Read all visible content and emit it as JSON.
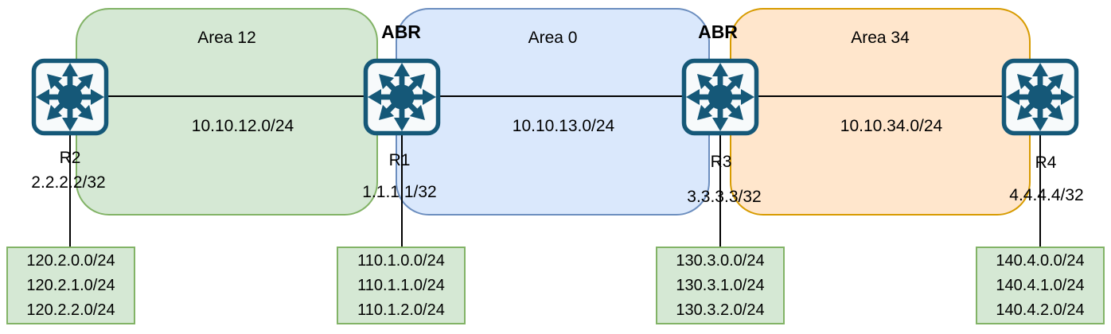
{
  "diagram": {
    "title_hint": "OSPF multi-area topology",
    "areas": [
      {
        "label": "Area 12",
        "fill": "#d5e8d4",
        "stroke": "#82b366"
      },
      {
        "label": "Area 0",
        "fill": "#dae8fc",
        "stroke": "#6c8ebf"
      },
      {
        "label": "Area 34",
        "fill": "#ffe6cc",
        "stroke": "#d79b00"
      }
    ],
    "abr_labels": [
      "ABR",
      "ABR"
    ],
    "routers": [
      {
        "name": "R2",
        "loopback": "2.2.2.2/32"
      },
      {
        "name": "R1",
        "loopback": "1.1.1.1/32"
      },
      {
        "name": "R3",
        "loopback": "3.3.3.3/32"
      },
      {
        "name": "R4",
        "loopback": "4.4.4.4/32"
      }
    ],
    "links": [
      {
        "label": "10.10.12.0/24"
      },
      {
        "label": "10.10.13.0/24"
      },
      {
        "label": "10.10.34.0/24"
      }
    ],
    "prefix_boxes": [
      {
        "router": "R2",
        "prefixes": [
          "120.2.0.0/24",
          "120.2.1.0/24",
          "120.2.2.0/24"
        ]
      },
      {
        "router": "R1",
        "prefixes": [
          "110.1.0.0/24",
          "110.1.1.0/24",
          "110.1.2.0/24"
        ]
      },
      {
        "router": "R3",
        "prefixes": [
          "130.3.0.0/24",
          "130.3.1.0/24",
          "130.3.2.0/24"
        ]
      },
      {
        "router": "R4",
        "prefixes": [
          "140.4.0.0/24",
          "140.4.1.0/24",
          "140.4.2.0/24"
        ]
      }
    ],
    "colors": {
      "router_icon": "#155878",
      "line": "#000000",
      "background": "#ffffff"
    }
  }
}
